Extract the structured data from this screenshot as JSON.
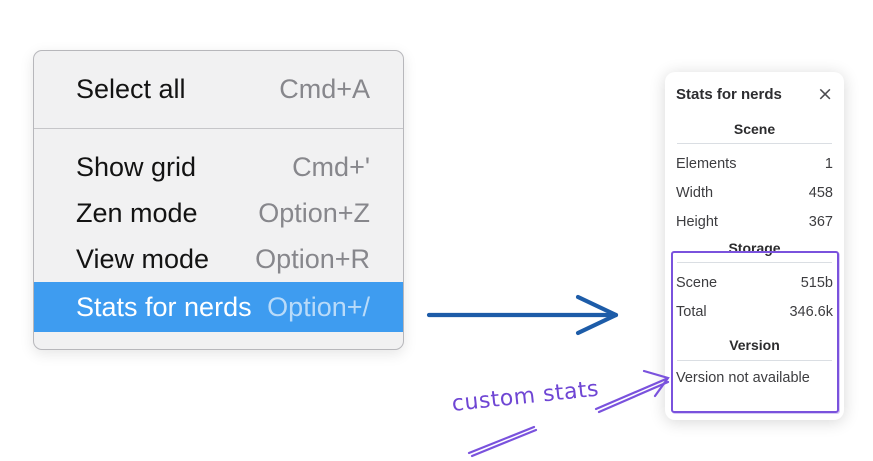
{
  "context_menu": {
    "highlight_color": "#3e9cf0",
    "sections": [
      {
        "items": [
          {
            "label": "Select all",
            "shortcut": "Cmd+A",
            "selected": false
          }
        ]
      },
      {
        "items": [
          {
            "label": "Show grid",
            "shortcut": "Cmd+'",
            "selected": false
          },
          {
            "label": "Zen mode",
            "shortcut": "Option+Z",
            "selected": false
          },
          {
            "label": "View mode",
            "shortcut": "Option+R",
            "selected": false
          },
          {
            "label": "Stats for nerds",
            "shortcut": "Option+/",
            "selected": true
          }
        ]
      }
    ]
  },
  "stats_panel": {
    "title": "Stats for nerds",
    "close_icon": "×",
    "sections": [
      {
        "heading": "Scene",
        "rows": [
          [
            "Elements",
            "1"
          ],
          [
            "Width",
            "458"
          ],
          [
            "Height",
            "367"
          ]
        ]
      },
      {
        "heading": "Storage",
        "rows": [
          [
            "Scene",
            "515b"
          ],
          [
            "Total",
            "346.6k"
          ]
        ]
      },
      {
        "heading": "Version",
        "note": "Version not available"
      }
    ]
  },
  "annotation": {
    "label": "custom stats",
    "color": "#6f46d4"
  },
  "pointer_arrow_color": "#1d5ca8"
}
